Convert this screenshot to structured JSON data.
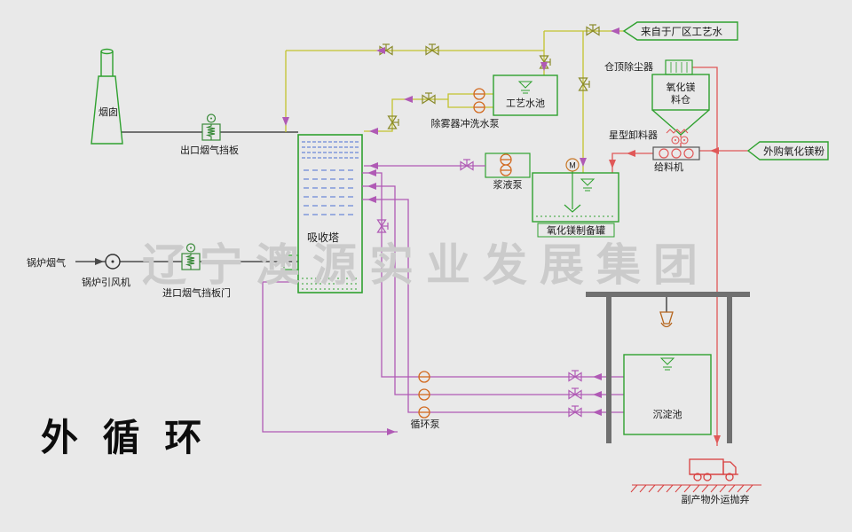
{
  "diagram_title": "外 循 环",
  "watermark": "辽宁澳源实业发展集团",
  "source_flags": {
    "from_plant_process_water": "来自于厂区工艺水",
    "purchased_mgo_powder": "外购氧化镁粉"
  },
  "equipment_labels": {
    "chimney": "烟囱",
    "outlet_flue_damper": "出口烟气挡板",
    "boiler_flue_gas": "锅炉烟气",
    "boiler_id_fan": "锅炉引风机",
    "inlet_flue_damper": "进口烟气挡板门",
    "absorber_tower": "吸收塔",
    "demister_flush_pump": "除雾器冲洗水泵",
    "process_water_pool": "工艺水池",
    "silo_top_dust_collector": "仓顶除尘器",
    "mgo_silo_line1": "氧化镁",
    "mgo_silo_line2": "料仓",
    "rotary_discharger": "星型卸料器",
    "feeder": "给料机",
    "slurry_pump": "浆液泵",
    "mgo_prep_tank": "氧化镁制备罐",
    "agitator_motor": "M",
    "circulation_pump": "循环泵",
    "sedimentation_pool": "沉淀池",
    "byproduct_disposal": "副产物外运抛弃"
  },
  "colors": {
    "background": "#e9e9e9",
    "equipment_green": "#2fa12f",
    "flue_duct": "#4a4a4a",
    "water_line": "#c3c32e",
    "slurry_line": "#b05ab5",
    "powder_line": "#e05858",
    "pump_orange": "#d2691e",
    "tower_internals_blue": "#4a6fd4",
    "watermark_gray": "#cbcbcb",
    "truck_red": "#d84040"
  }
}
